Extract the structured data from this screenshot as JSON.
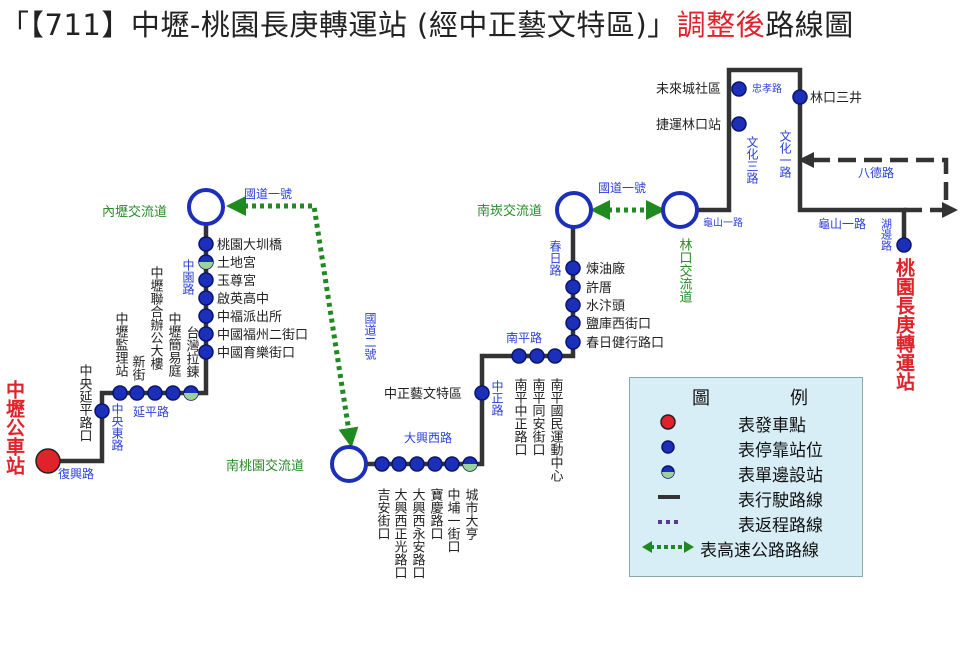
{
  "title": {
    "prefix": "「【711】中壢-桃園長庚轉運站 (經中正藝文特區)」",
    "highlight": "調整後",
    "suffix": "路線圖"
  },
  "colors": {
    "route_line": "#333333",
    "stop_fill": "#1b2fb8",
    "stop_stroke": "#0a1570",
    "origin_red": "#e0222b",
    "highway_green": "#1f8a1f",
    "road_label_blue": "#2b3fd6",
    "interchange_label_green": "#2a8a2a",
    "return_purple": "#5a3a8a",
    "legend_bg": "#d8eef6"
  },
  "terminals": {
    "origin": "中壢公車站",
    "destination": "桃園長庚轉運站"
  },
  "interchanges": {
    "neili": "內壢交流道",
    "nantaoyuan": "南桃園交流道",
    "nankan": "南崁交流道",
    "linkou": "林口交流道"
  },
  "roads": {
    "fuxing": "復興路",
    "zhongyang_e": "中央東路",
    "yanping": "延平路",
    "zhongyuan": "中園路",
    "highway1_a": "國道一號",
    "highway2": "國道二號",
    "daxing_w": "大興西路",
    "zhongzheng": "中正路",
    "nanping": "南平路",
    "chunri": "春日路",
    "highway1_b": "國道一號",
    "guishan1_a": "龜山一路",
    "wenhua3": "文化三路",
    "zhongxiao": "忠孝路",
    "wenhua1": "文化一路",
    "bade": "八德路",
    "guishan1_b": "龜山一路",
    "hubian": "湖邊路"
  },
  "stops": {
    "s_zhongyang_yanping": "中央延平路口",
    "s_jianli": "中壢監理站",
    "s_xinjie": "新街",
    "s_lianhe": "中壢聯合辦公大樓",
    "s_jianyi": "中壢簡易庭",
    "s_tailalian": "台灣拉鍊",
    "s_daxunqiao": "桃園大圳橋",
    "s_tudigong": "土地宮",
    "s_yuzungong": "玉尊宮",
    "s_qiying": "啟英高中",
    "s_zhongfu_police": "中福派出所",
    "s_zhongguo_fuzhou": "中國福州二街口",
    "s_zhongguo_yule": "中國育樂街口",
    "s_jian_an": "吉安街口",
    "s_zhengguang": "大興西正光路口",
    "s_yongan": "大興西永安路口",
    "s_baoqing": "寶慶路口",
    "s_zhongbu1": "中埔一街口",
    "s_chengshi_dahang": "城市大亨",
    "s_yiwen": "中正藝文特區",
    "s_nanping_zhongzheng": "南平中正路口",
    "s_nanping_tongan": "南平同安街口",
    "s_nanping_sports": "南平國民運動中心",
    "s_chunri_jianxing": "春日健行路口",
    "s_yanku_xijie": "鹽庫西街口",
    "s_shuimutou": "水汴頭",
    "s_xucuo": "許厝",
    "s_lianyouchang": "煉油廠",
    "s_linkou_station": "捷運林口站",
    "s_future_city": "未來城社區",
    "s_linkou_sanjing": "林口三井"
  },
  "legend": {
    "title_a": "圖",
    "title_b": "例",
    "items": [
      {
        "icon": "red-origin-dot",
        "label": "表發車點"
      },
      {
        "icon": "blue-stop-dot",
        "label": "表停靠站位"
      },
      {
        "icon": "half-green-stop-dot",
        "label": "表單邊設站"
      },
      {
        "icon": "solid-line",
        "label": "表行駛路線"
      },
      {
        "icon": "dotted-purple-line",
        "label": "表返程路線"
      },
      {
        "icon": "green-double-arrow",
        "label": "表高速公路路線"
      }
    ]
  }
}
